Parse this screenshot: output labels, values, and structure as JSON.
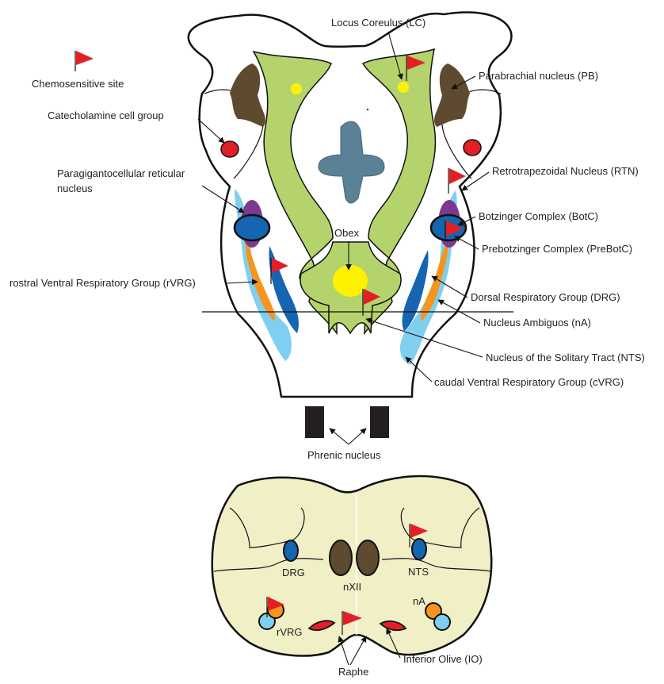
{
  "labels": {
    "lc": "Locus Coreulus (LC)",
    "chemo": "Chemosensitive site",
    "pb": "Parabrachial nucleus (PB)",
    "catecholamine": "Catecholamine cell group",
    "paragigantocellular_1": "Paragigantocellular reticular",
    "paragigantocellular_2": "nucleus",
    "rtn": "Retrotrapezoidal Nucleus (RTN)",
    "botc": "Botzinger Complex (BotC)",
    "prebotc": "Prebotzinger Complex (PreBotC)",
    "obex": "Obex",
    "rvrg": "rostral Ventral Respiratory Group (rVRG)",
    "drg": "Dorsal Respiratory Group (DRG)",
    "na": "Nucleus Ambiguos (nA)",
    "nts": "Nucleus of the Solitary Tract (NTS)",
    "cvrg": "caudal Ventral Respiratory Group (cVRG)",
    "phrenic": "Phrenic nucleus"
  },
  "section_labels": {
    "drg": "DRG",
    "nxii": "nXII",
    "nts": "NTS",
    "na": "nA",
    "rvrg": "rVRG",
    "io": "Inferior Olive (IO)",
    "raphe": "Raphe"
  },
  "colors": {
    "green": "#b5d36c",
    "brown": "#5e4a2e",
    "red": "#e31f26",
    "blue": "#1565b0",
    "purple": "#7a3a8f",
    "orange": "#f7941d",
    "lightblue": "#7fd0f0",
    "yellow": "#fff200",
    "ventricle": "#5b8197",
    "cream": "#f0efc6",
    "black": "#231f20"
  }
}
